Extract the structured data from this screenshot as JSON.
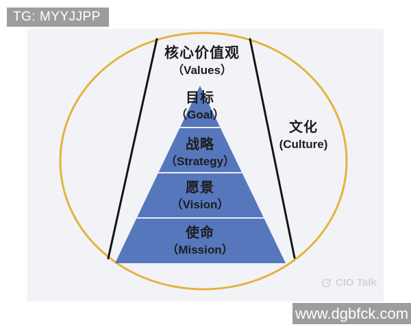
{
  "colors": {
    "panel_bg": "#f1f3f7",
    "circle": "#e6b23e",
    "pyramid": "#5677bc",
    "guide_line": "#141414",
    "divider": "#e9edf5",
    "watermark_bg": "#9d9d9d",
    "watermark_text": "#ffffff",
    "brand_text": "#d3d3d6",
    "label_text": "#1c1c1c"
  },
  "watermarks": {
    "top_left": "TG: MYYJJPP",
    "bottom_right": "www.dgbfck.com",
    "brand": "CIO Talk"
  },
  "diagram": {
    "outside_top": {
      "zh": "核心价值观",
      "en": "（Values）"
    },
    "outside_right": {
      "zh": "文化",
      "en": "(Culture)"
    },
    "levels": [
      {
        "id": "goal",
        "zh": "目标",
        "en": "（Goal）"
      },
      {
        "id": "strategy",
        "zh": "战略",
        "en": "（Strategy）"
      },
      {
        "id": "vision",
        "zh": "愿景",
        "en": "（Vision）"
      },
      {
        "id": "mission",
        "zh": "使命",
        "en": "（Mission）"
      }
    ]
  }
}
